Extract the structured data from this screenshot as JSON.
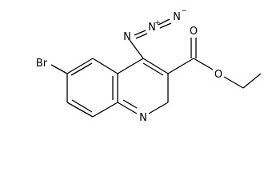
{
  "molecule": {
    "atoms": {
      "n_azide_alpha": "N",
      "n_azide_beta": "N",
      "n_azide_beta_charge": "+",
      "n_azide_gamma": "N",
      "n_azide_gamma_charge": "−",
      "bromine": "Br",
      "carbonyl_oxygen": "O",
      "ester_oxygen": "O",
      "ring_nitrogen": "N"
    }
  }
}
